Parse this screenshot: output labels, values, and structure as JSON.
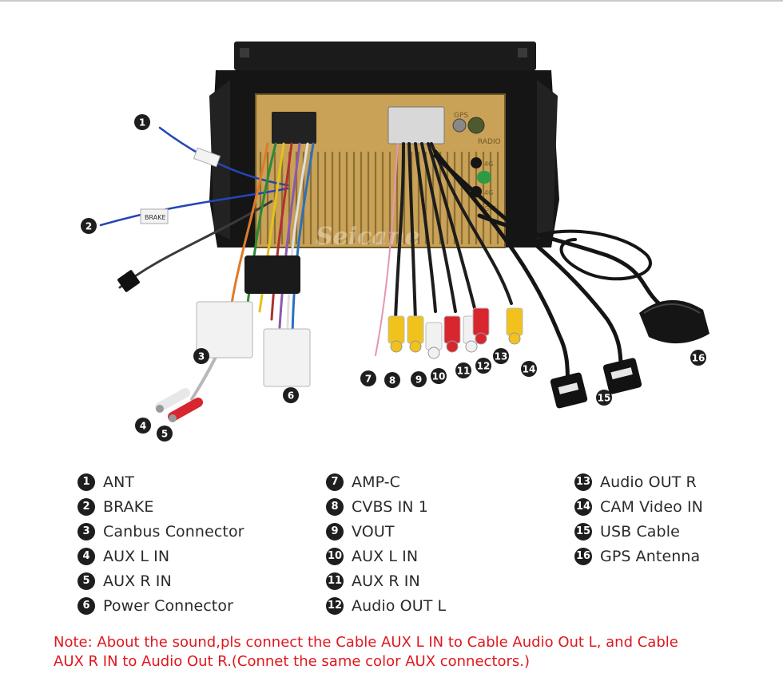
{
  "image": {
    "brand_watermark": "Seicane",
    "label_tags": [
      "BRAKE"
    ],
    "panel_markings": [
      "GPS",
      "RADIO",
      "4G",
      "4G",
      "GPS"
    ]
  },
  "callouts": [
    "1",
    "2",
    "3",
    "4",
    "5",
    "6",
    "7",
    "8",
    "9",
    "10",
    "11",
    "12",
    "13",
    "14",
    "15",
    "16"
  ],
  "legend": {
    "col1": [
      {
        "num": "1",
        "label": "ANT"
      },
      {
        "num": "2",
        "label": "BRAKE"
      },
      {
        "num": "3",
        "label": "Canbus Connector"
      },
      {
        "num": "4",
        "label": "AUX L IN"
      },
      {
        "num": "5",
        "label": "AUX R IN"
      },
      {
        "num": "6",
        "label": "Power Connector"
      }
    ],
    "col2": [
      {
        "num": "7",
        "label": "AMP-C"
      },
      {
        "num": "8",
        "label": "CVBS IN 1"
      },
      {
        "num": "9",
        "label": "VOUT"
      },
      {
        "num": "10",
        "label": "AUX L IN"
      },
      {
        "num": "11",
        "label": "AUX R IN"
      },
      {
        "num": "12",
        "label": "Audio OUT L"
      }
    ],
    "col3": [
      {
        "num": "13",
        "label": "Audio OUT R"
      },
      {
        "num": "14",
        "label": "CAM Video IN"
      },
      {
        "num": "15",
        "label": "USB Cable"
      },
      {
        "num": "16",
        "label": "GPS Antenna"
      }
    ]
  },
  "note": {
    "line1": "Note: About the sound,pls connect the Cable AUX L IN to Cable Audio Out L, and Cable",
    "line2": "AUX R IN to  Audio Out R.(Connet the same color AUX connectors.)"
  },
  "colors": {
    "note_red": "#e0161d",
    "callout_black": "#1e1e1e",
    "board_gold": "#c9a257",
    "rca_yellow": "#f2c21c",
    "rca_red": "#d8262f",
    "rca_white": "#f1f1f1"
  }
}
